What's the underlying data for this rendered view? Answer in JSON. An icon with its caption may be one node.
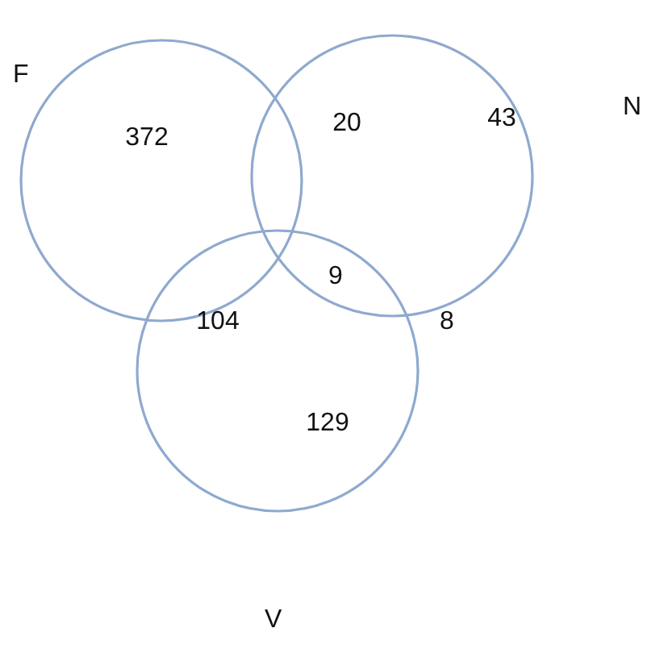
{
  "diagram": {
    "nodes": [
      {
        "text": [
          "F"
        ]
      },
      {
        "text": [
          "N"
        ]
      },
      {
        "text": [
          "V"
        ]
      }
    ],
    "labels": [
      "372",
      "20",
      "43",
      "9",
      "104",
      "8",
      "129"
    ]
  }
}
